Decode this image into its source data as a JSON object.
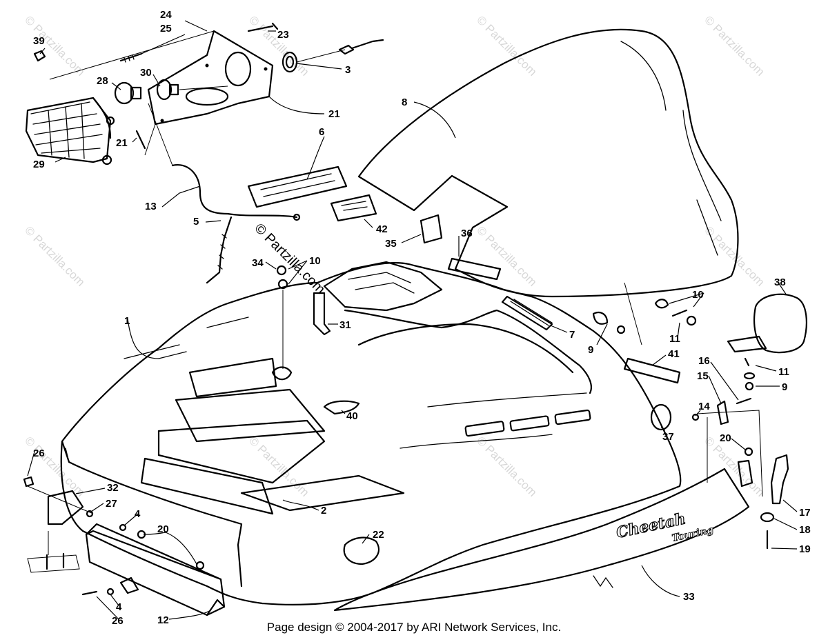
{
  "footer": "Page design © 2004-2017 by ARI Network Services, Inc.",
  "watermark": "© Partzilla.com",
  "decal_text": {
    "main": "Cheetah",
    "sub": "Touring"
  },
  "callouts": [
    "39",
    "24",
    "25",
    "23",
    "3",
    "28",
    "30",
    "21",
    "29",
    "21",
    "13",
    "5",
    "6",
    "8",
    "42",
    "35",
    "36",
    "34",
    "10",
    "31",
    "1",
    "38",
    "7",
    "9",
    "10",
    "11",
    "11",
    "41",
    "16",
    "15",
    "9",
    "14",
    "37",
    "40",
    "20",
    "26",
    "32",
    "27",
    "4",
    "20",
    "2",
    "22",
    "17",
    "18",
    "19",
    "33",
    "4",
    "26",
    "12"
  ]
}
